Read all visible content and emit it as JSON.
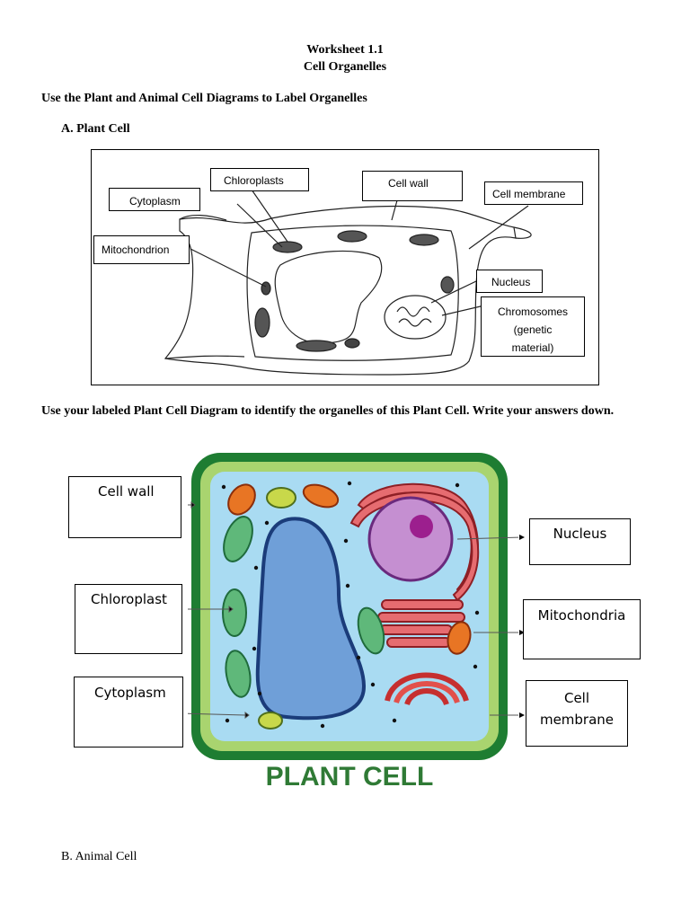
{
  "header": {
    "line1": "Worksheet 1.1",
    "line2": "Cell Organelles"
  },
  "instruction1": "Use the Plant and Animal Cell Diagrams to Label Organelles",
  "section_a": "A.  Plant Cell",
  "diagram1_labels": {
    "cytoplasm": "Cytoplasm",
    "chloroplasts": "Chloroplasts",
    "cell_wall": "Cell wall",
    "cell_membrane": "Cell membrane",
    "mitochondrion": "Mitochondrion",
    "nucleus": "Nucleus",
    "chromosomes_1": "Chromosomes",
    "chromosomes_2": "(genetic",
    "chromosomes_3": "material)"
  },
  "instruction2": "Use your labeled Plant Cell Diagram to identify the organelles of this Plant Cell. Write your answers down.",
  "diagram2_answers": {
    "cell_wall": "Cell wall",
    "chloroplast": "Chloroplast",
    "cytoplasm": "Cytoplasm",
    "nucleus": "Nucleus",
    "mitochondria": "Mitochondria",
    "cell_membrane_1": "Cell",
    "cell_membrane_2": "membrane"
  },
  "diagram2_title": "PLANT CELL",
  "section_b": "B.   Animal Cell",
  "colors": {
    "cell_wall_green": "#1e7d32",
    "membrane_green": "#a9d46f",
    "cytoplasm_blue": "#a9dbf2",
    "vacuole_blue": "#6f9fd8",
    "nucleus_purple": "#c58fd1",
    "er_red": "#d9535b",
    "golgi_red": "#c62f2f"
  }
}
